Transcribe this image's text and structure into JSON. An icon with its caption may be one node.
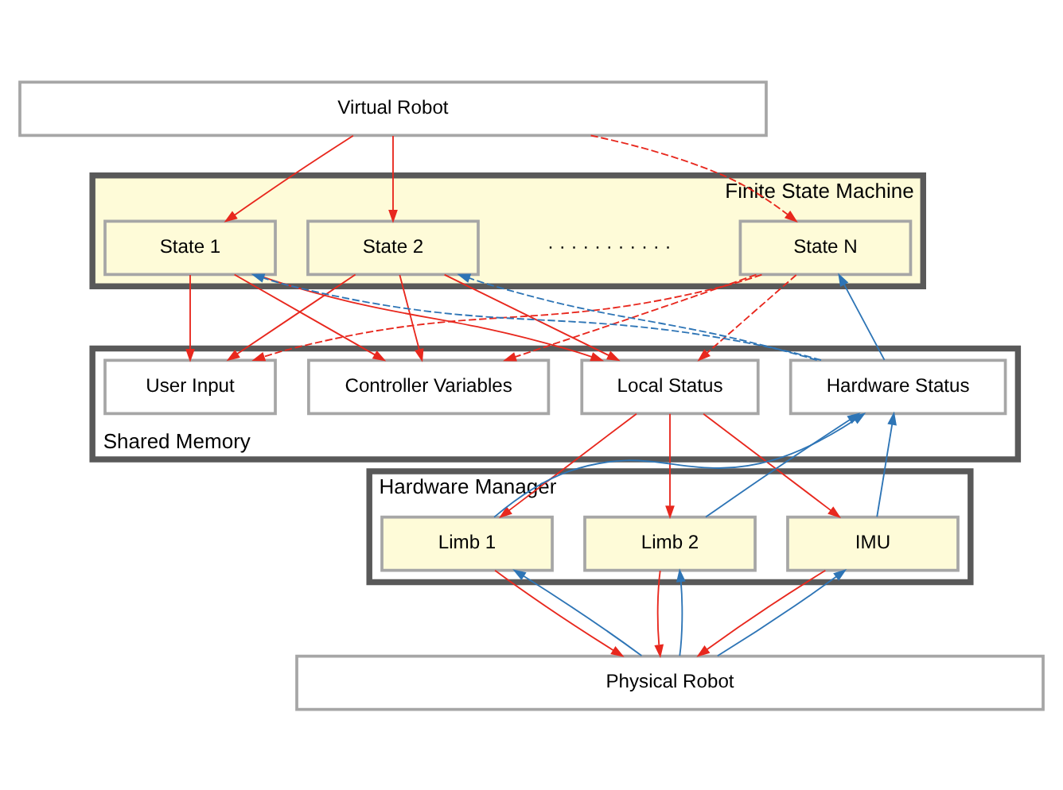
{
  "diagram": {
    "nodes": [
      {
        "text": [
          "Virtual Robot"
        ]
      },
      {
        "text": [
          "Finite State Machine"
        ]
      },
      {
        "text": [
          "State 1"
        ],
        "in": 1
      },
      {
        "text": [
          "State 2"
        ],
        "in": 1
      },
      {
        "text": [
          "State N"
        ],
        "in": 1
      },
      {
        "text": [
          "Shared Memory"
        ]
      },
      {
        "text": [
          "User Input"
        ],
        "in": 5
      },
      {
        "text": [
          "Controller Variables"
        ],
        "in": 5
      },
      {
        "text": [
          "Local Status"
        ],
        "in": 5
      },
      {
        "text": [
          "Hardware Status"
        ],
        "in": 5
      },
      {
        "text": [
          "Hardware Manager"
        ]
      },
      {
        "text": [
          "Limb 1"
        ],
        "in": 10
      },
      {
        "text": [
          "Limb 2"
        ],
        "in": 10
      },
      {
        "text": [
          "IMU"
        ],
        "in": 10
      },
      {
        "text": [
          "Physical Robot"
        ]
      }
    ],
    "edges": [
      {
        "from": 0,
        "to": 2,
        "arrow": "to"
      },
      {
        "from": 0,
        "to": 3,
        "arrow": "to"
      },
      {
        "from": 0,
        "to": 4,
        "arrow": "to",
        "style": "dashed"
      },
      {
        "from": 2,
        "to": 6,
        "arrow": "to"
      },
      {
        "from": 2,
        "to": 7,
        "arrow": "to"
      },
      {
        "from": 2,
        "to": 8,
        "arrow": "to"
      },
      {
        "from": 3,
        "to": 6,
        "arrow": "to"
      },
      {
        "from": 3,
        "to": 7,
        "arrow": "to"
      },
      {
        "from": 3,
        "to": 8,
        "arrow": "to"
      },
      {
        "from": 4,
        "to": 6,
        "arrow": "to",
        "style": "dashed"
      },
      {
        "from": 4,
        "to": 7,
        "arrow": "to",
        "style": "dashed"
      },
      {
        "from": 4,
        "to": 8,
        "arrow": "to",
        "style": "dashed"
      },
      {
        "from": 9,
        "to": 2,
        "arrow": "to",
        "style": "dashed",
        "color": "#2e75b6"
      },
      {
        "from": 9,
        "to": 3,
        "arrow": "to",
        "style": "dashed",
        "color": "#2e75b6"
      },
      {
        "from": 9,
        "to": 4,
        "arrow": "to",
        "color": "#2e75b6"
      },
      {
        "from": 8,
        "to": 11,
        "arrow": "to"
      },
      {
        "from": 8,
        "to": 12,
        "arrow": "to"
      },
      {
        "from": 8,
        "to": 13,
        "arrow": "to"
      },
      {
        "from": 11,
        "to": 14,
        "arrow": "to"
      },
      {
        "from": 12,
        "to": 14,
        "arrow": "to"
      },
      {
        "from": 13,
        "to": 14,
        "arrow": "to"
      },
      {
        "from": 11,
        "to": 9,
        "arrow": "to",
        "color": "#2e75b6"
      },
      {
        "from": 12,
        "to": 9,
        "arrow": "to",
        "color": "#2e75b6"
      },
      {
        "from": 13,
        "to": 9,
        "arrow": "to",
        "color": "#2e75b6"
      },
      {
        "from": 14,
        "to": 11,
        "arrow": "to",
        "color": "#2e75b6"
      },
      {
        "from": 14,
        "to": 12,
        "arrow": "to",
        "color": "#2e75b6"
      },
      {
        "from": 14,
        "to": 13,
        "arrow": "to",
        "color": "#2e75b6"
      }
    ],
    "labels": [
      "· · · · · · · · · · ·"
    ]
  }
}
